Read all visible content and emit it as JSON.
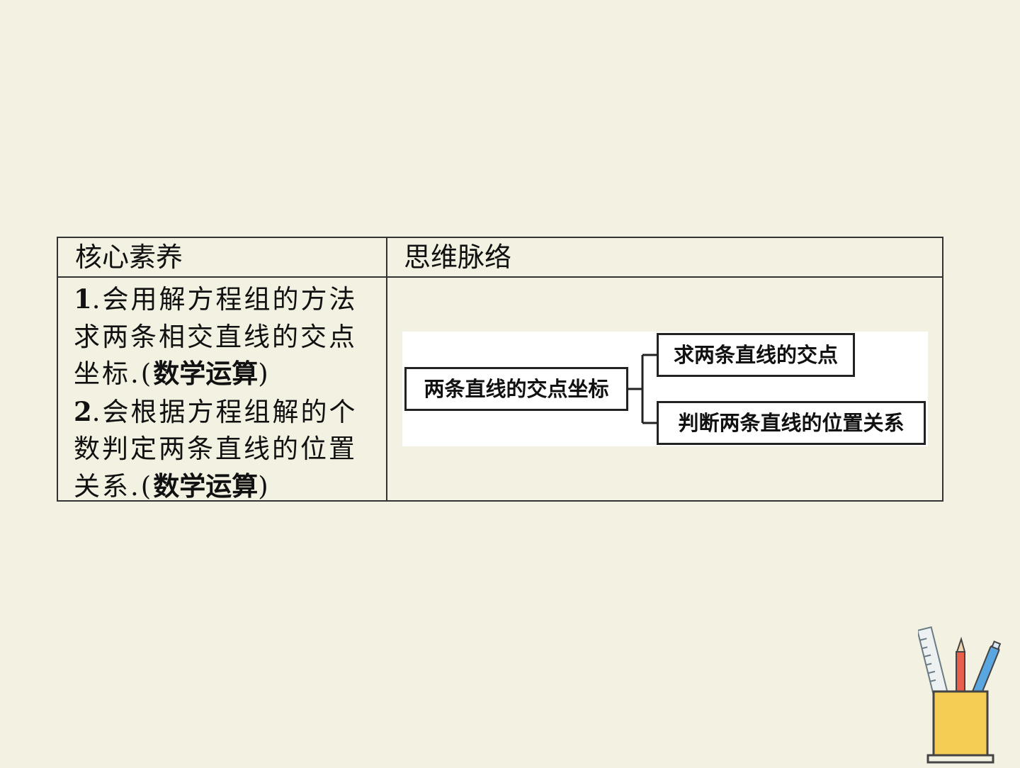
{
  "table": {
    "header_left": "核心素养",
    "header_right": "思维脉络",
    "items": [
      {
        "num": "1",
        "text": ".会用解方程组的方法求两条相交直线的交点坐标.(",
        "tag": "数学运算",
        "close": ")"
      },
      {
        "num": "2",
        "text": ".会根据方程组解的个数判定两条直线的位置关系.(",
        "tag": "数学运算",
        "close": ")"
      }
    ]
  },
  "mindmap": {
    "root": "两条直线的交点坐标",
    "children": [
      "求两条直线的交点",
      "判断两条直线的位置关系"
    ]
  },
  "decoration": {
    "icon": "pencil-cup-icon",
    "cup_color": "#f5cd55",
    "pencil_red": "#e8604c",
    "pen_blue": "#5aa6e0"
  }
}
